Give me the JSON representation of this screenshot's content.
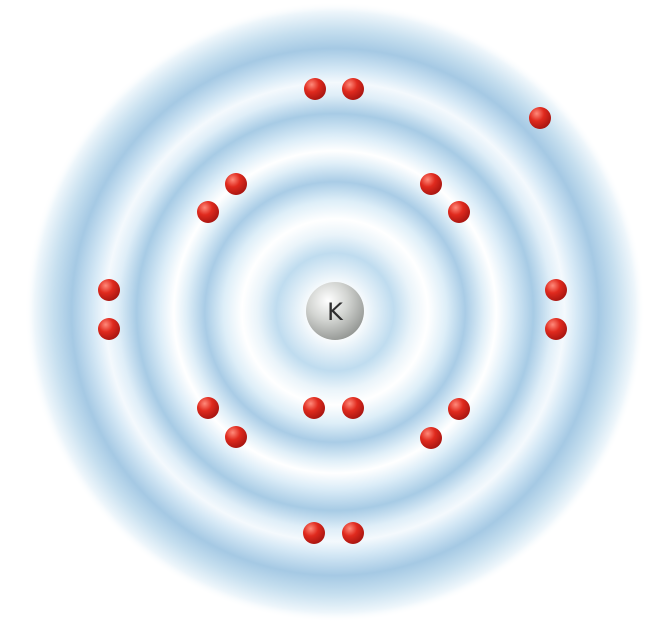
{
  "nucleus": {
    "symbol": "K"
  },
  "shells": [
    {
      "name": "shell-1",
      "electrons": 2
    },
    {
      "name": "shell-2",
      "electrons": 8
    },
    {
      "name": "shell-3",
      "electrons": 8
    },
    {
      "name": "shell-4",
      "electrons": 1
    }
  ],
  "colors": {
    "electron": "#e02a1e",
    "shell_band": "#a9cce6",
    "background": "#ffffff",
    "nucleus": "#b9bcb8"
  }
}
